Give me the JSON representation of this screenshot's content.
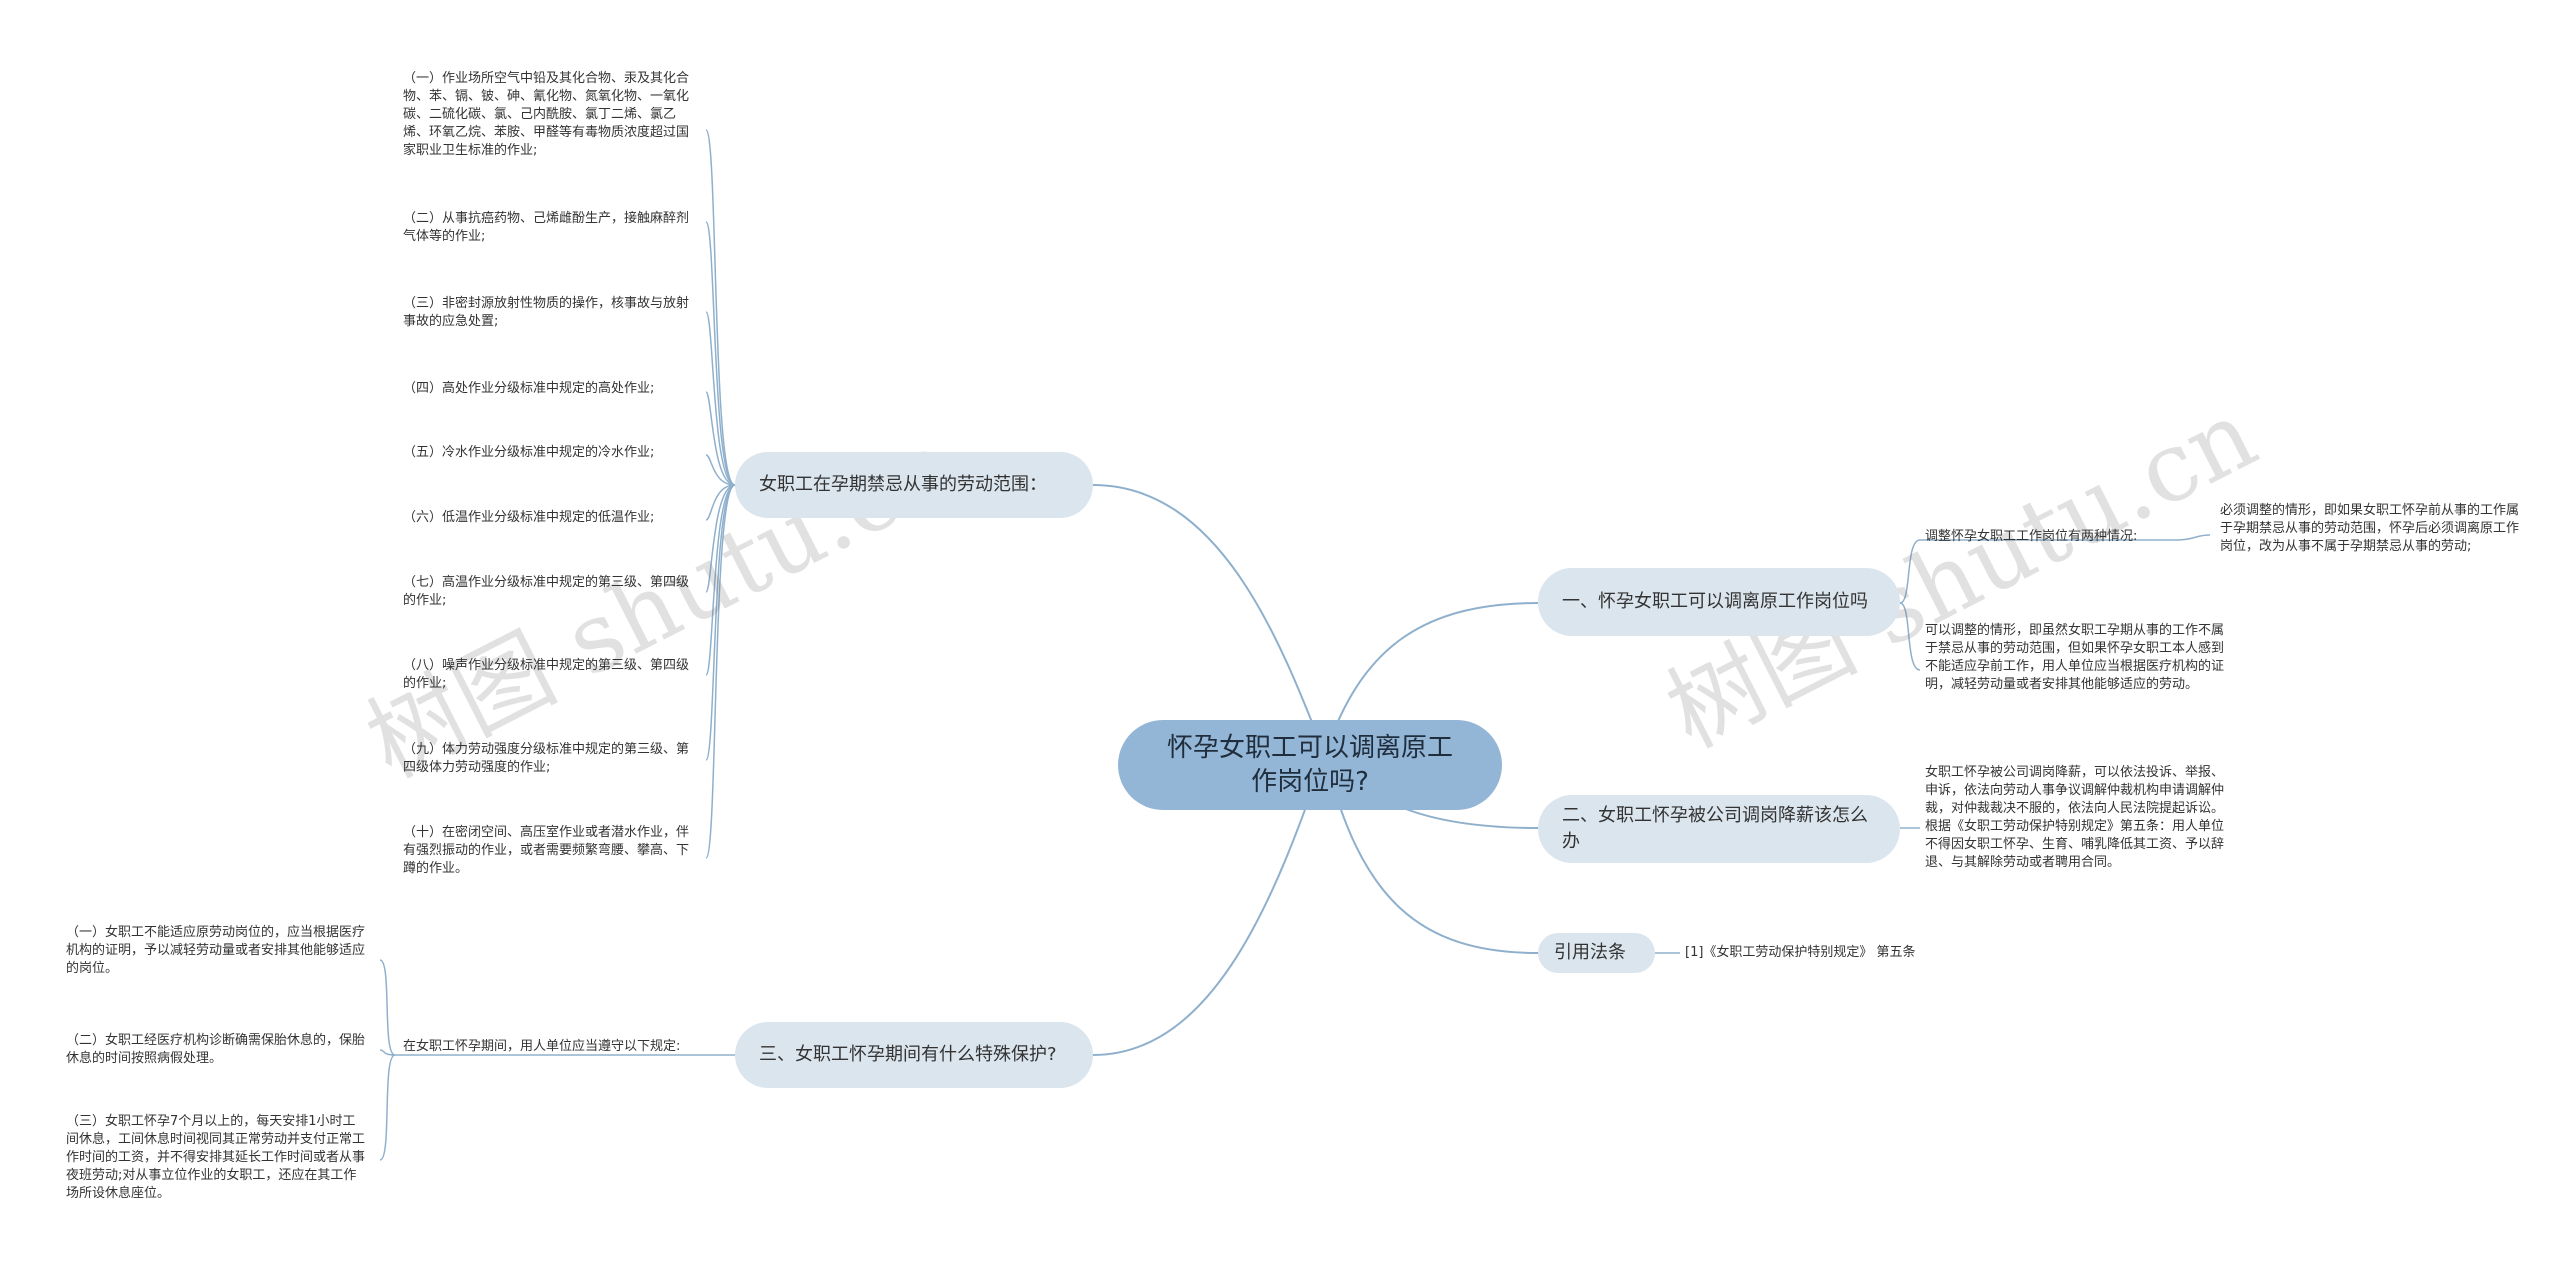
{
  "root": {
    "label": "怀孕女职工可以调离原工作岗位吗?"
  },
  "branches": {
    "b1": {
      "label": "女职工在孕期禁忌从事的劳动范围：",
      "items": [
        "（一）作业场所空气中铅及其化合物、汞及其化合物、苯、镉、铍、砷、氰化物、氮氧化物、一氧化碳、二硫化碳、氯、己内酰胺、氯丁二烯、氯乙烯、环氧乙烷、苯胺、甲醛等有毒物质浓度超过国家职业卫生标准的作业;",
        "（二）从事抗癌药物、己烯雌酚生产，接触麻醉剂气体等的作业;",
        "（三）非密封源放射性物质的操作，核事故与放射事故的应急处置;",
        "（四）高处作业分级标准中规定的高处作业;",
        "（五）冷水作业分级标准中规定的冷水作业;",
        "（六）低温作业分级标准中规定的低温作业;",
        "（七）高温作业分级标准中规定的第三级、第四级的作业;",
        "（八）噪声作业分级标准中规定的第三级、第四级的作业;",
        "（九）体力劳动强度分级标准中规定的第三级、第四级体力劳动强度的作业;",
        "（十）在密闭空间、高压室作业或者潜水作业，伴有强烈振动的作业，或者需要频繁弯腰、攀高、下蹲的作业。"
      ]
    },
    "b3": {
      "label": "三、女职工怀孕期间有什么特殊保护?",
      "mid": "在女职工怀孕期间，用人单位应当遵守以下规定:",
      "items": [
        "（一）女职工不能适应原劳动岗位的，应当根据医疗机构的证明，予以减轻劳动量或者安排其他能够适应的岗位。",
        "（二）女职工经医疗机构诊断确需保胎休息的，保胎休息的时间按照病假处理。",
        "（三）女职工怀孕7个月以上的，每天安排1小时工间休息，工间休息时间视同其正常劳动并支付正常工作时间的工资，并不得安排其延长工作时间或者从事夜班劳动;对从事立位作业的女职工，还应在其工作场所设休息座位。"
      ]
    },
    "r1": {
      "label": "一、怀孕女职工可以调离原工作岗位吗",
      "mid": "调整怀孕女职工工作岗位有两种情况:",
      "mid_detail": "必须调整的情形，即如果女职工怀孕前从事的工作属于孕期禁忌从事的劳动范围，怀孕后必须调离原工作岗位，改为从事不属于孕期禁忌从事的劳动;",
      "second": "可以调整的情形，即虽然女职工孕期从事的工作不属于禁忌从事的劳动范围，但如果怀孕女职工本人感到不能适应孕前工作，用人单位应当根据医疗机构的证明，减轻劳动量或者安排其他能够适应的劳动。"
    },
    "r2": {
      "label": "二、女职工怀孕被公司调岗降薪该怎么办",
      "detail": "女职工怀孕被公司调岗降薪，可以依法投诉、举报、申诉，依法向劳动人事争议调解仲裁机构申请调解仲裁，对仲裁裁决不服的，依法向人民法院提起诉讼。根据《女职工劳动保护特别规定》第五条：用人单位不得因女职工怀孕、生育、哺乳降低其工资、予以辞退、与其解除劳动或者聘用合同。"
    },
    "r3": {
      "label": "引用法条",
      "detail": "[1]《女职工劳动保护特别规定》 第五条"
    }
  },
  "watermarks": [
    "树图 shutu.cn",
    "树图 shutu.cn"
  ],
  "colors": {
    "line": "#8fb0cc",
    "node": "#dbe5ee",
    "root": "#93b6d6"
  }
}
